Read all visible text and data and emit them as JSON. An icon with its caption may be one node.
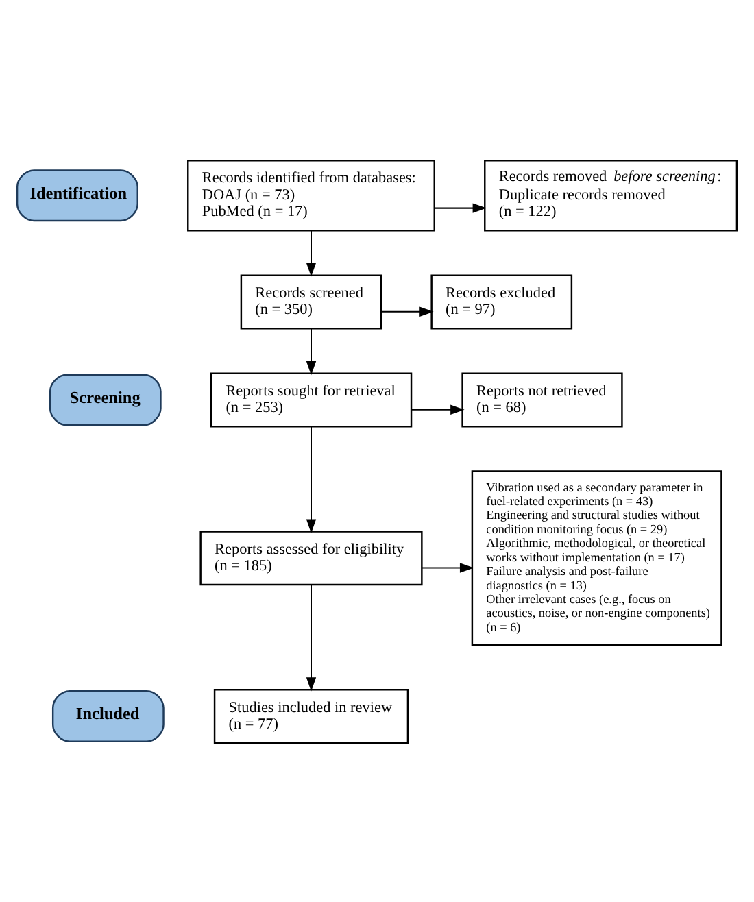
{
  "diagram": {
    "nodes": [
      {
        "text": [
          "Identification"
        ]
      },
      {
        "text": [
          "Records identified from databases:",
          "DOAJ (n = 73)",
          "PubMed (n = 17)"
        ]
      },
      {
        "text": [
          "Records removed *before screening*:",
          "Duplicate records removed",
          "(n = 122)"
        ]
      },
      {
        "text": [
          "Screening"
        ]
      },
      {
        "text": [
          "Records screened",
          "(n = 350)"
        ]
      },
      {
        "text": [
          "Records excluded",
          "(n = 97)"
        ]
      },
      {
        "text": [
          "Reports sought for retrieval",
          "(n = 253)"
        ]
      },
      {
        "text": [
          "Reports not retrieved",
          "(n = 68)"
        ]
      },
      {
        "text": [
          "Reports assessed for eligibility",
          "(n = 185)"
        ]
      },
      {
        "text": [
          "Vibration used as a secondary parameter in fuel-related experiments (n = 43)",
          "Engineering and structural studies without condition monitoring focus (n = 29)",
          "Algorithmic, methodological, or theoretical works without implementation (n = 17)",
          "Failure analysis and post-failure diagnostics (n = 13)",
          "Other irrelevant cases (e.g., focus on acoustics, noise, or non-engine components) (n = 6)"
        ]
      },
      {
        "text": [
          "Included"
        ]
      },
      {
        "text": [
          "Studies included in review",
          "(n = 77)"
        ]
      }
    ],
    "edges": [
      {
        "from": 1,
        "to": 2,
        "arrow": "to"
      },
      {
        "from": 1,
        "to": 4,
        "arrow": "to"
      },
      {
        "from": 4,
        "to": 5,
        "arrow": "to"
      },
      {
        "from": 4,
        "to": 6,
        "arrow": "to"
      },
      {
        "from": 6,
        "to": 7,
        "arrow": "to"
      },
      {
        "from": 6,
        "to": 8,
        "arrow": "to"
      },
      {
        "from": 8,
        "to": 9,
        "arrow": "to"
      },
      {
        "from": 8,
        "to": 11,
        "arrow": "to"
      }
    ]
  }
}
